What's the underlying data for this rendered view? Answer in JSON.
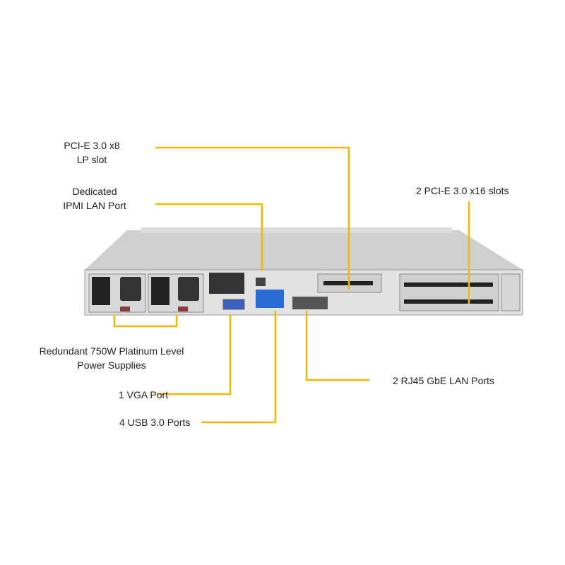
{
  "callouts": {
    "pcie_x8": {
      "line1": "PCI-E 3.0 x8",
      "line2": "LP slot"
    },
    "ipmi": {
      "line1": "Dedicated",
      "line2": "IPMI LAN Port"
    },
    "pcie_x16": {
      "text": "2 PCI-E 3.0 x16 slots"
    },
    "psu": {
      "line1": "Redundant 750W Platinum Level",
      "line2": "Power Supplies"
    },
    "vga": {
      "text": "1 VGA Port"
    },
    "usb": {
      "text": "4 USB 3.0 Ports"
    },
    "lan": {
      "text": "2 RJ45 GbE LAN Ports"
    }
  },
  "colors": {
    "leader": "#f5b800",
    "chassis": "#c9c9c9",
    "panel": "#e4e4e4"
  }
}
